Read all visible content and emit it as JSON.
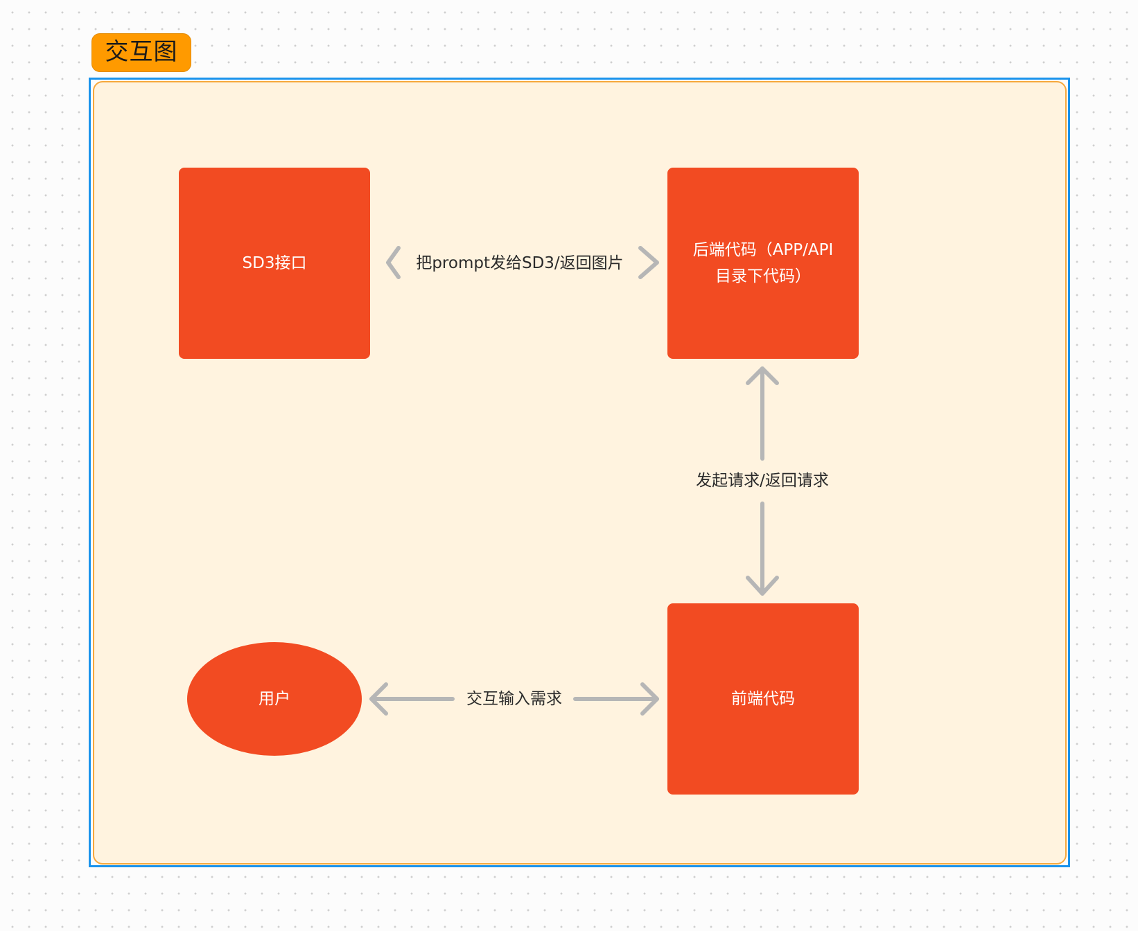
{
  "frame": {
    "title": "交互图"
  },
  "nodes": {
    "sd3": "SD3接口",
    "backend_line1": "后端代码（APP/API",
    "backend_line2": "目录下代码）",
    "frontend": "前端代码",
    "user": "用户"
  },
  "edges": {
    "sd3_backend": "把prompt发给SD3/返回图片",
    "backend_frontend": "发起请求/返回请求",
    "user_frontend": "交互输入需求"
  },
  "colors": {
    "node_fill": "#f24b22",
    "container_fill": "#fff3df",
    "container_border": "#f6a83c",
    "title_tag_fill": "#ff9a00",
    "selection_border": "#1a93ec",
    "connector": "#b6b6b6"
  }
}
